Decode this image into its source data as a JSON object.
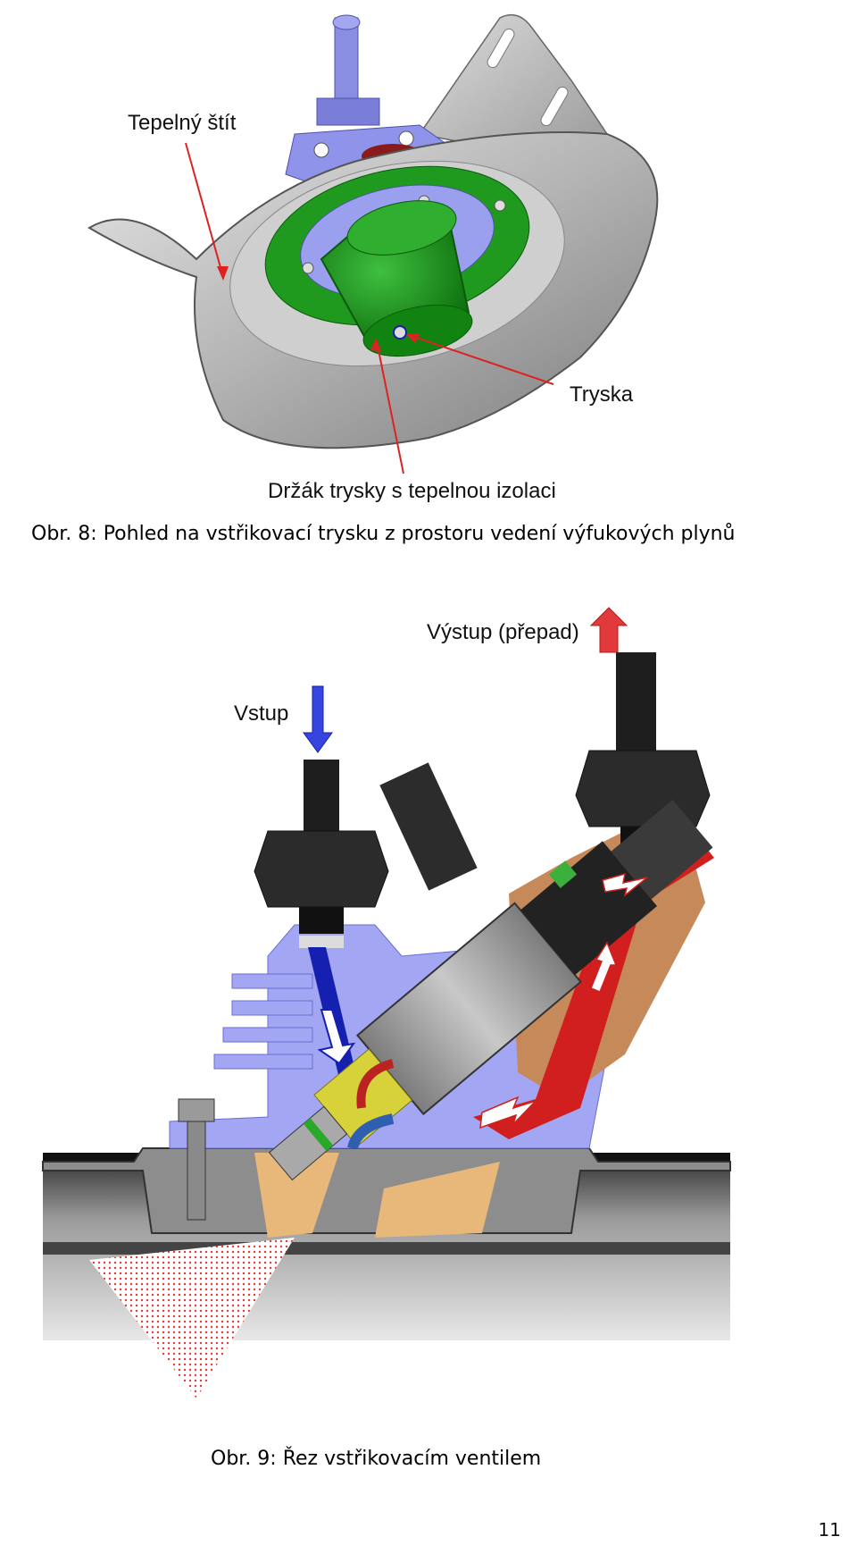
{
  "figure8": {
    "callouts": {
      "heat_shield": "Tepelný štít",
      "nozzle": "Tryska",
      "nozzle_holder": "Držák trysky s tepelnou izolaci"
    },
    "caption": "Obr. 8: Pohled na vstřikovací trysku z prostoru vedení výfukových plynů"
  },
  "figure9": {
    "callouts": {
      "inlet": "Vstup",
      "outlet": "Výstup (přepad)"
    },
    "caption": "Obr. 9: Řez vstřikovacím ventilem"
  },
  "page_number": "11"
}
